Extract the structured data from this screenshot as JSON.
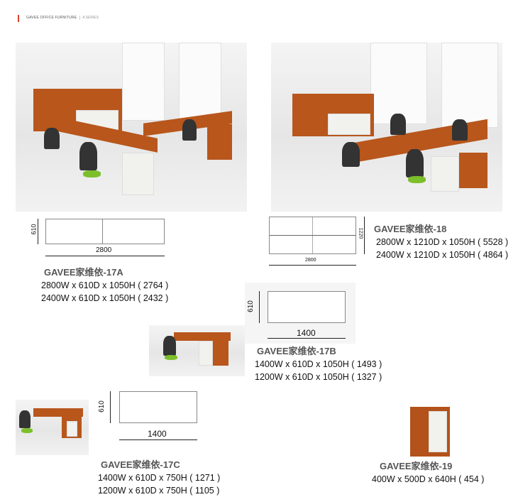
{
  "header": {
    "brand": "GAVEE OFFICE FURNITURE",
    "series": "A SERIES",
    "accent": "#d9412e"
  },
  "drawings": {
    "d17a_width": "2800",
    "d17a_depth": "610",
    "d18_width": "2800",
    "d18_depth": "1220",
    "d17b_width": "1400",
    "d17b_depth": "610",
    "d17c_width": "1400",
    "d17c_depth": "610"
  },
  "products": [
    {
      "name": "GAVEE家维依-17A",
      "specs": [
        "2800W x 610D x 1050H ( 2764 )",
        "2400W x 610D x 1050H ( 2432 )"
      ]
    },
    {
      "name": "GAVEE家维依-18",
      "specs": [
        "2800W x 1210D x 1050H ( 5528 )",
        "2400W x 1210D x 1050H ( 4864 )"
      ]
    },
    {
      "name": "GAVEE家维依-17B",
      "specs": [
        "1400W x 610D x 1050H ( 1493 )",
        "1200W x 610D x 1050H ( 1327 )"
      ]
    },
    {
      "name": "GAVEE家维依-17C",
      "specs": [
        "1400W x 610D x 750H ( 1271 )",
        "1200W x 610D x 750H ( 1105 )"
      ]
    },
    {
      "name": "GAVEE家维依-19",
      "specs": [
        "400W x 500D x 640H ( 454 )"
      ]
    }
  ]
}
